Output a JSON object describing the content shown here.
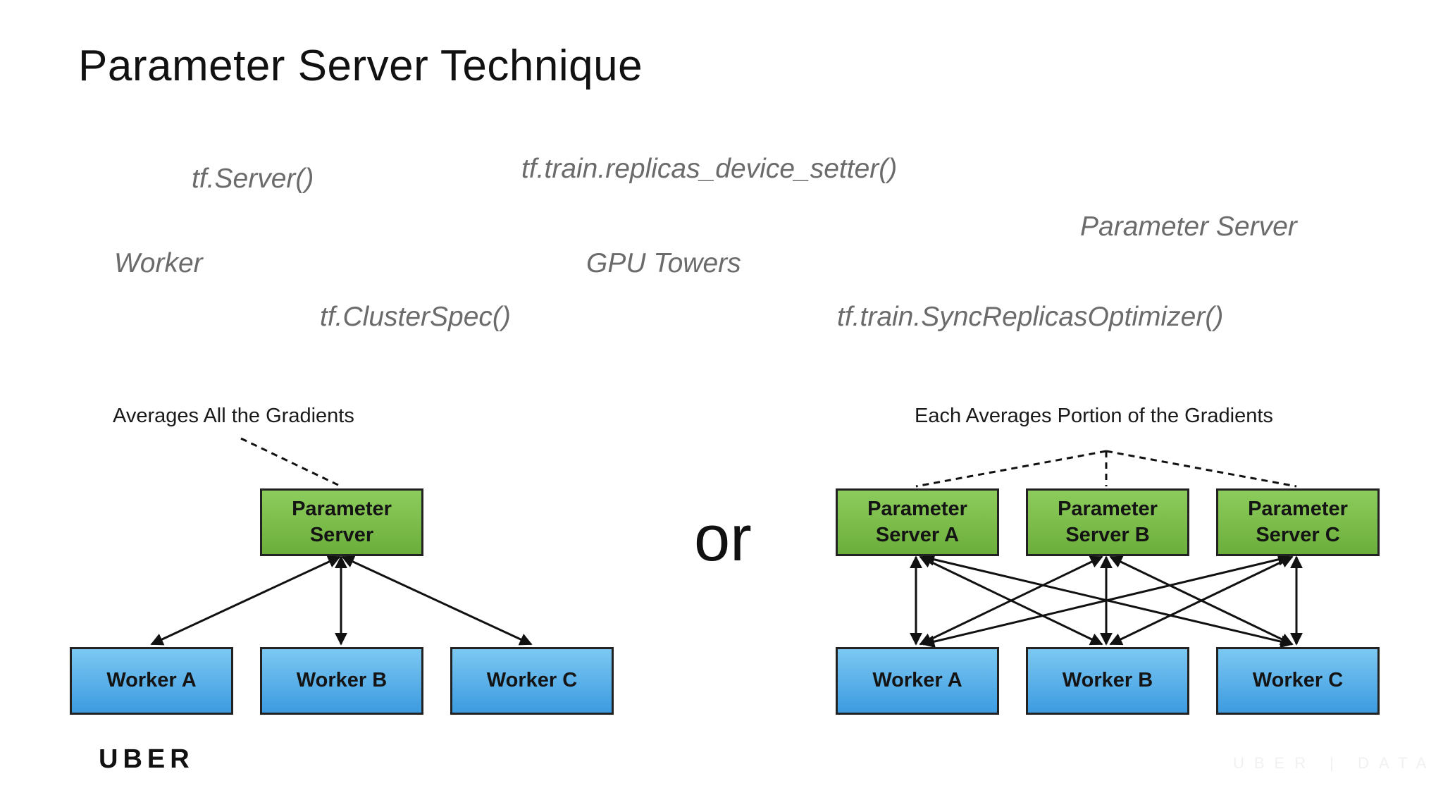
{
  "slide": {
    "title": "Parameter Server Technique",
    "keywords": {
      "tf_server": "tf.Server()",
      "replicas_setter": "tf.train.replicas_device_setter()",
      "parameter_server": "Parameter Server",
      "worker": "Worker",
      "gpu_towers": "GPU Towers",
      "cluster_spec": "tf.ClusterSpec()",
      "sync_optimizer": "tf.train.SyncReplicasOptimizer()"
    },
    "or_text": "or",
    "logo": "UBER",
    "watermark": "UBER | DATA"
  },
  "left_diagram": {
    "caption": "Averages All the Gradients",
    "server": "Parameter\nServer",
    "workers": [
      "Worker A",
      "Worker B",
      "Worker C"
    ]
  },
  "right_diagram": {
    "caption": "Each Averages Portion of the Gradients",
    "servers": [
      "Parameter\nServer A",
      "Parameter\nServer B",
      "Parameter\nServer C"
    ],
    "workers": [
      "Worker A",
      "Worker B",
      "Worker C"
    ]
  },
  "colors": {
    "server_green": "#7abd4a",
    "worker_blue": "#52aee8",
    "keyword_gray": "#6b6b6b"
  }
}
